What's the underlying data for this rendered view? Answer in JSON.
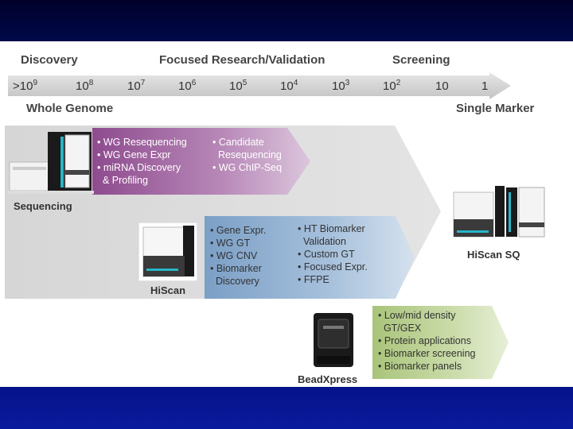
{
  "headers": {
    "discovery": "Discovery",
    "focused": "Focused Research/Validation",
    "screening": "Screening",
    "whole_genome": "Whole Genome",
    "single_marker": "Single Marker"
  },
  "scale_ticks": [
    {
      "base": ">10",
      "exp": "9"
    },
    {
      "base": "10",
      "exp": "8"
    },
    {
      "base": "10",
      "exp": "7"
    },
    {
      "base": "10",
      "exp": "6"
    },
    {
      "base": "10",
      "exp": "5"
    },
    {
      "base": "10",
      "exp": "4"
    },
    {
      "base": "10",
      "exp": "3"
    },
    {
      "base": "10",
      "exp": "2"
    },
    {
      "base": "10",
      "exp": ""
    },
    {
      "base": "1",
      "exp": ""
    }
  ],
  "sequencing": {
    "label": "Sequencing",
    "col1": [
      "• WG Resequencing",
      "• WG Gene Expr",
      "• miRNA Discovery",
      "  & Profiling"
    ],
    "col2": [
      "• Candidate",
      "  Resequencing",
      "• WG ChIP-Seq"
    ]
  },
  "hiscan": {
    "label": "HiScan",
    "col1": [
      "• Gene Expr.",
      "• WG GT",
      "• WG CNV",
      "• Biomarker",
      "  Discovery"
    ],
    "col2": [
      "• HT Biomarker",
      "  Validation",
      "• Custom GT",
      "• Focused Expr.",
      "• FFPE"
    ]
  },
  "hiscan_sq": {
    "label": "HiScan SQ"
  },
  "beadxpress": {
    "label": "BeadXpress",
    "items": [
      "• Low/mid density",
      "  GT/GEX",
      "• Protein applications",
      "• Biomarker screening",
      "• Biomarker panels"
    ]
  },
  "colors": {
    "top_band": "#00002a",
    "bottom_band": "#0a1a9c",
    "purple": "#9a5a9a",
    "blue": "#7ea2c8",
    "green": "#b9cf8e",
    "gray": "#d3d3d3"
  }
}
